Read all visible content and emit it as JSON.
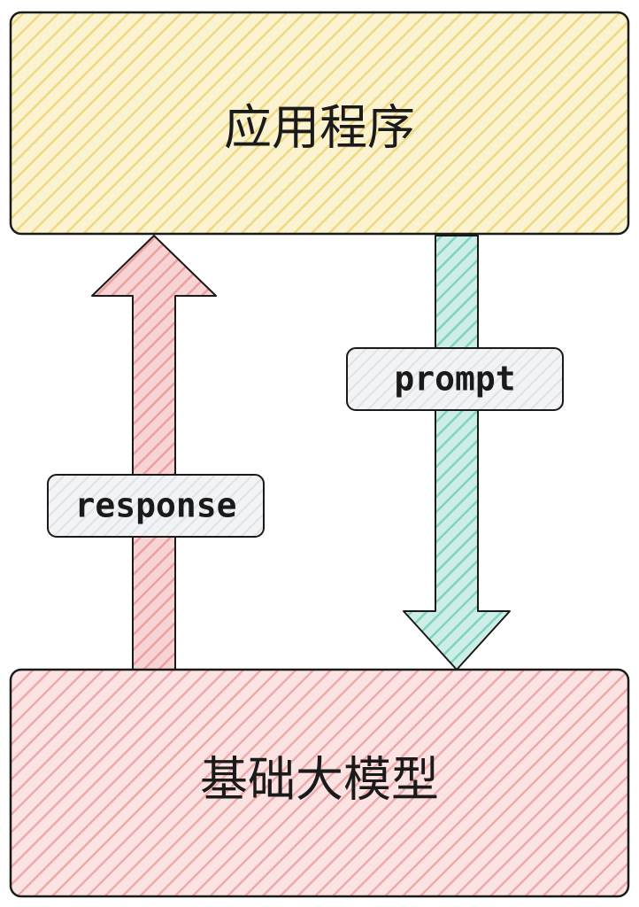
{
  "top_box": {
    "label": "应用程序",
    "fill": "#f6e9a8",
    "hatch": "#ead27a"
  },
  "bottom_box": {
    "label": "基础大模型",
    "fill": "#f6c8c8",
    "hatch": "#eaa2a2"
  },
  "response_arrow": {
    "label": "response",
    "direction": "up",
    "fill": "#f3b3b3",
    "hatch": "#e89a9a"
  },
  "prompt_arrow": {
    "label": "prompt",
    "direction": "down",
    "fill": "#a9e4d6",
    "hatch": "#79cfbd"
  },
  "tag_fill": "#e6e9ec",
  "stroke": "#1a1a1a"
}
